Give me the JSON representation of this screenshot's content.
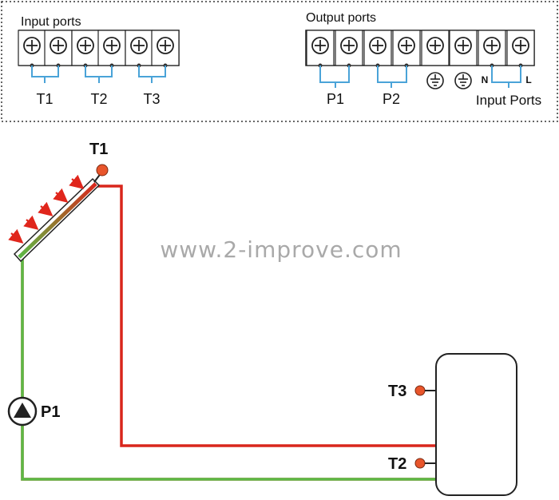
{
  "wiring_panel": {
    "input_ports": {
      "title": "Input ports",
      "labels": [
        "T1",
        "T2",
        "T3"
      ]
    },
    "output_ports": {
      "title": "Output ports",
      "labels": [
        "P1",
        "P2"
      ],
      "neutral_label": "N",
      "live_label": "L",
      "power_input_label": "Input Ports"
    }
  },
  "system": {
    "collector_sensor_label": "T1",
    "pump_label": "P1",
    "tank_sensor_top_label": "T3",
    "tank_sensor_bottom_label": "T2"
  },
  "watermark": "www.2-improve.com",
  "colors": {
    "hot_pipe": "#d9261c",
    "cold_pipe": "#5cb946",
    "sensor": "#e8552b",
    "wiring": "#4aa3d8",
    "arrow": "#e0261c",
    "frame_border": "#333333"
  },
  "icons": {
    "terminal": "terminal-screw-icon",
    "ground": "ground-icon",
    "pump": "pump-icon",
    "sun_ray": "sun-ray-arrow-icon"
  }
}
